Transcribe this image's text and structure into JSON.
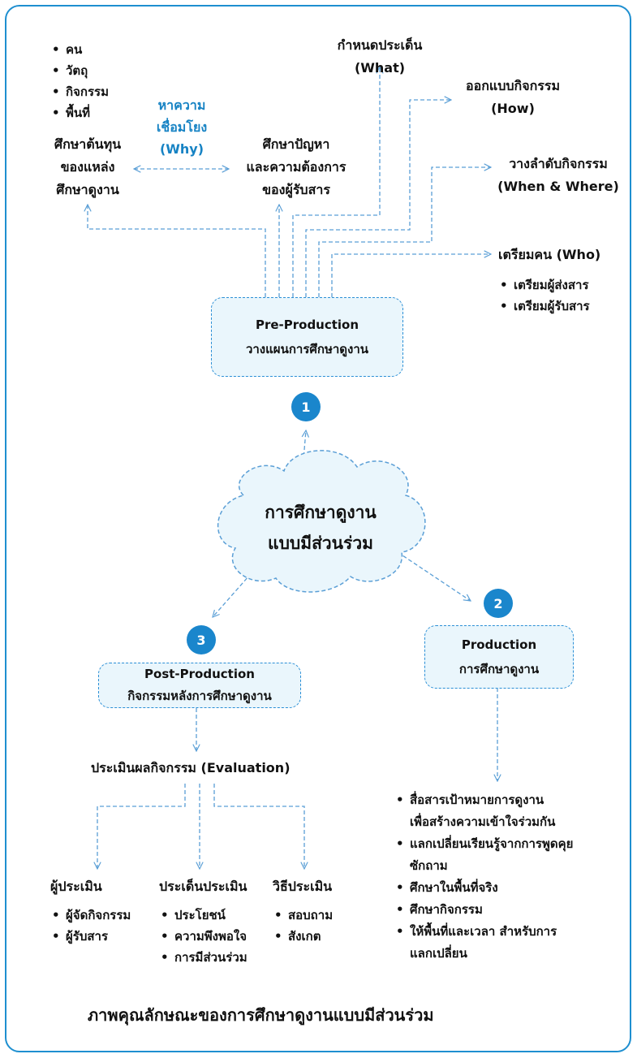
{
  "top_left_list": [
    "คน",
    "วัตถุ",
    "กิจกรรม",
    "พื้นที่"
  ],
  "left_node": [
    "ศึกษาต้นทุน",
    "ของแหล่ง",
    "ศึกษาดูงาน"
  ],
  "why_label": [
    "หาความ",
    "เชื่อมโยง",
    "(Why)"
  ],
  "problem_node": [
    "ศึกษาปัญหา",
    "และความต้องการ",
    "ของผู้รับสาร"
  ],
  "what_node": [
    "กำหนดประเด็น",
    "(What)"
  ],
  "how_node": [
    "ออกแบบกิจกรรม",
    "(How)"
  ],
  "when_node": [
    "วางลำดับกิจกรรม",
    "(When & Where)"
  ],
  "who_node": {
    "title": "เตรียมคน (Who)",
    "items": [
      "เตรียมผู้ส่งสาร",
      "เตรียมผู้รับสาร"
    ]
  },
  "pre_box": [
    "Pre-Production",
    "วางแผนการศึกษาดูงาน"
  ],
  "cloud": [
    "การศึกษาดูงาน",
    "แบบมีส่วนร่วม"
  ],
  "badges": [
    "1",
    "2",
    "3"
  ],
  "production_box": [
    "Production",
    "การศึกษาดูงาน"
  ],
  "production_items": [
    "สื่อสารเป้าหมายการดูงาน",
    "เพื่อสร้างความเข้าใจร่วมกัน",
    "แลกเปลี่ยนเรียนรู้จากการพูดคุย",
    "ซักถาม",
    "ศึกษาในพื้นที่จริง",
    "ศึกษากิจกรรม",
    "ให้พื้นที่และเวลา สำหรับการ",
    "แลกเปลี่ยน"
  ],
  "post_box": [
    "Post-Production",
    "กิจกรรมหลังการศึกษาดูงาน"
  ],
  "evaluation": "ประเมินผลกิจกรรม (Evaluation)",
  "evaluator": {
    "title": "ผู้ประเมิน",
    "items": [
      "ผู้จัดกิจกรรม",
      "ผู้รับสาร"
    ]
  },
  "issues": {
    "title": "ประเด็นประเมิน",
    "items": [
      "ประโยชน์",
      "ความพึงพอใจ",
      "การมีส่วนร่วม"
    ]
  },
  "methods": {
    "title": "วิธีประเมิน",
    "items": [
      "สอบถาม",
      "สังเกต"
    ]
  },
  "caption": "ภาพคุณลักษณะของการศึกษาดูงานแบบมีส่วนร่วม",
  "colors": {
    "accent": "#1a86cc",
    "box_fill": "#eaf6fc",
    "line": "#5b9fd6"
  }
}
